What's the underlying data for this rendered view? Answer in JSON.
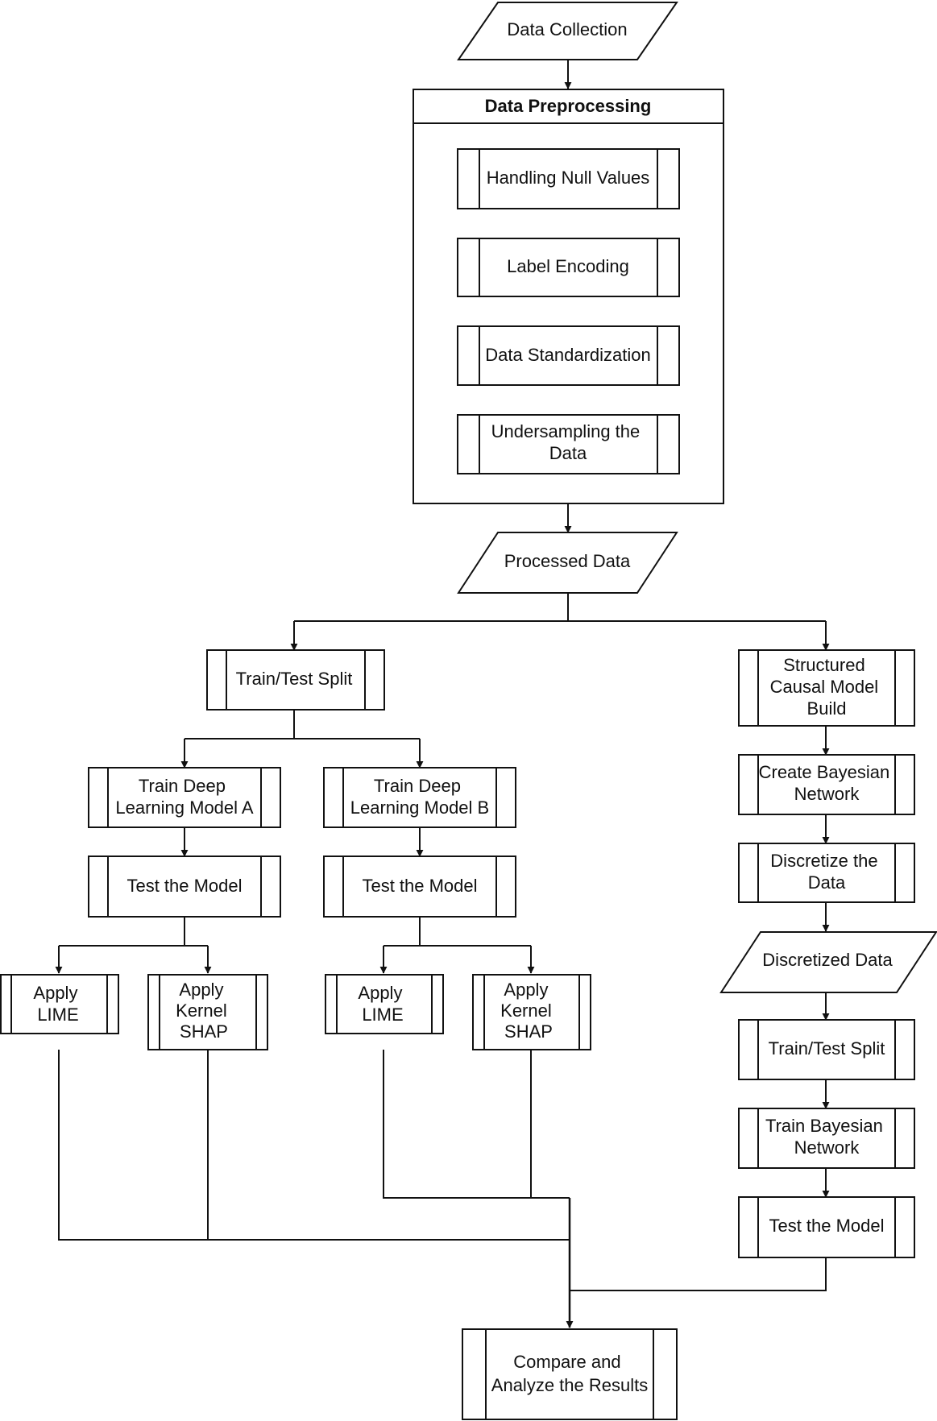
{
  "nodes": {
    "data_collection": [
      "Data Collection"
    ],
    "data_preprocessing": [
      "Data Preprocessing"
    ],
    "handling_null": [
      "Handling Null Values"
    ],
    "label_encoding": [
      "Label Encoding"
    ],
    "data_standardization": [
      "Data Standardization"
    ],
    "undersampling": [
      "Undersampling the",
      "Data"
    ],
    "processed_data": [
      "Processed Data"
    ],
    "train_test_split_left": [
      "Train/Test Split"
    ],
    "train_model_a": [
      "Train Deep",
      "Learning Model A"
    ],
    "train_model_b": [
      "Train Deep",
      "Learning Model B"
    ],
    "test_model_a": [
      "Test the Model"
    ],
    "test_model_b": [
      "Test the Model"
    ],
    "apply_lime_a": [
      "Apply",
      "LIME"
    ],
    "apply_shap_a": [
      "Apply",
      "Kernel",
      "SHAP"
    ],
    "apply_lime_b": [
      "Apply",
      "LIME"
    ],
    "apply_shap_b": [
      "Apply",
      "Kernel",
      "SHAP"
    ],
    "structured_causal": [
      "Structured",
      "Causal Model",
      "Build"
    ],
    "create_bayesian": [
      "Create Bayesian",
      "Network"
    ],
    "discretize_data": [
      "Discretize the",
      "Data"
    ],
    "discretized_data": [
      "Discretized Data"
    ],
    "train_test_split_right": [
      "Train/Test Split"
    ],
    "train_bayesian": [
      "Train Bayesian",
      "Network"
    ],
    "test_model_right": [
      "Test the Model"
    ],
    "compare_analyze": [
      "Compare and",
      "Analyze the Results"
    ]
  }
}
